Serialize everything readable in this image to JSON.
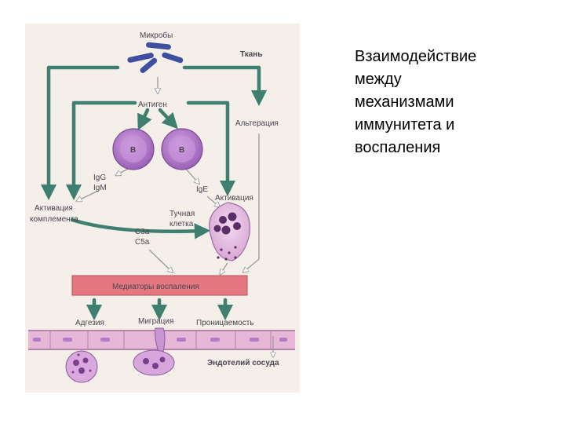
{
  "slide": {
    "title_lines": [
      "Взаимодействие",
      "между",
      "механизмами",
      "иммунитета и",
      "воспаления"
    ]
  },
  "diagram": {
    "labels": {
      "microbes": "Микробы",
      "tissue": "Ткань",
      "antigen": "Антиген",
      "alteration": "Альтерация",
      "b_cell": "B",
      "igg": "IgG",
      "igm": "IgM",
      "ige": "IgE",
      "activation": "Активация",
      "complement_activation_1": "Активация",
      "complement_activation_2": "комплемента",
      "mast_cell_1": "Тучная",
      "mast_cell_2": "клетка",
      "c3a": "С3а",
      "c5a": "С5а",
      "mediators": "Медиаторы воспаления",
      "adhesion": "Адгезия",
      "migration": "Миграция",
      "permeability": "Проницаемость",
      "endothelium": "Эндотелий сосуда"
    },
    "colors": {
      "background": "#f4efe9",
      "arrow_green": "#3f7f70",
      "arrow_outline": "#9a9a9a",
      "cell_purple": "#b07cc8",
      "cell_dark": "#5a2f68",
      "mediator_bar": "#e4777f",
      "endothelium_pink": "#e6b7d7",
      "microbe_blue": "#3e4f9f"
    }
  }
}
